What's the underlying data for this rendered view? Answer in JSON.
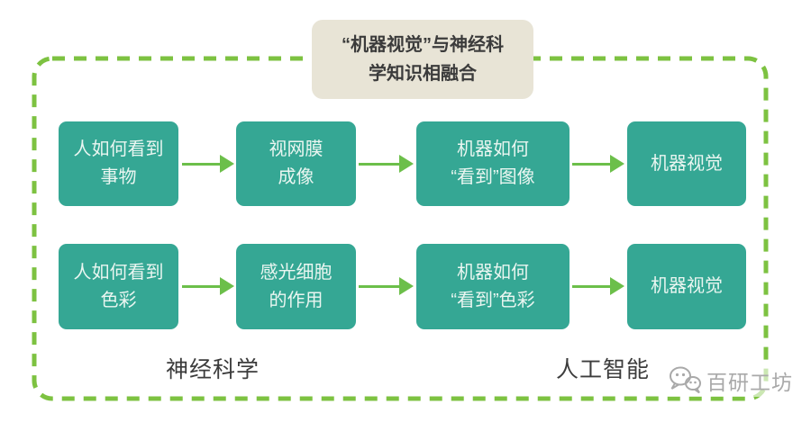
{
  "title": {
    "text": "“机器视觉”与神经科\n学知识相融合"
  },
  "rows": [
    {
      "boxes": [
        {
          "label": "人如何看到\n事物"
        },
        {
          "label": "视网膜\n成像"
        },
        {
          "label": "机器如何\n“看到”图像"
        },
        {
          "label": "机器视觉"
        }
      ]
    },
    {
      "boxes": [
        {
          "label": "人如何看到\n色彩"
        },
        {
          "label": "感光细胞\n的作用"
        },
        {
          "label": "机器如何\n“看到”色彩"
        },
        {
          "label": "机器视觉"
        }
      ]
    }
  ],
  "footer": {
    "left_label": "神经科学",
    "right_label": "人工智能"
  },
  "watermark": {
    "label": "百研工坊",
    "icon": "wechat-chat-bubbles-icon"
  },
  "colors": {
    "box_teal": "#35a794",
    "box_text": "#eaf6f1",
    "arrow_green": "#6cbf4a",
    "border_green": "#7dc241",
    "title_bg": "#e8e4d6",
    "title_text": "#3b3b3b",
    "footer_text": "#3c3c3c",
    "watermark_gray": "#a9a9a9",
    "background": "#ffffff"
  }
}
